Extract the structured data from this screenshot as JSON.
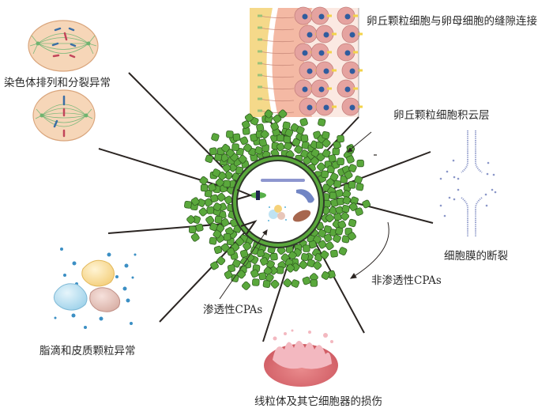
{
  "title": "卵母细胞冷冻损伤示意图",
  "labels": {
    "chromosome": "染色体排列和分裂异常",
    "gap_junction": "卵丘颗粒细胞与卵母细胞的缝隙连接",
    "cumulus": "卵丘颗粒细胞积云层",
    "membrane": "细胞膜的断裂",
    "non_permeable": "非渗透性CPAs",
    "permeable": "渗透性CPAs",
    "lipid": "脂滴和皮质颗粒异常",
    "mitochondria": "线粒体及其它细胞器的损伤"
  },
  "colors": {
    "cumulus_green": "#5aa83c",
    "cumulus_outline": "#2f5e1f",
    "line": "#2b2522",
    "cell_pink": "#e5a3a0",
    "zona_yellow": "#f5d98a",
    "spindle_bg": "#f6d6b8",
    "nucleus_blue": "#2f5c9e",
    "mito_red": "#d9646a"
  }
}
